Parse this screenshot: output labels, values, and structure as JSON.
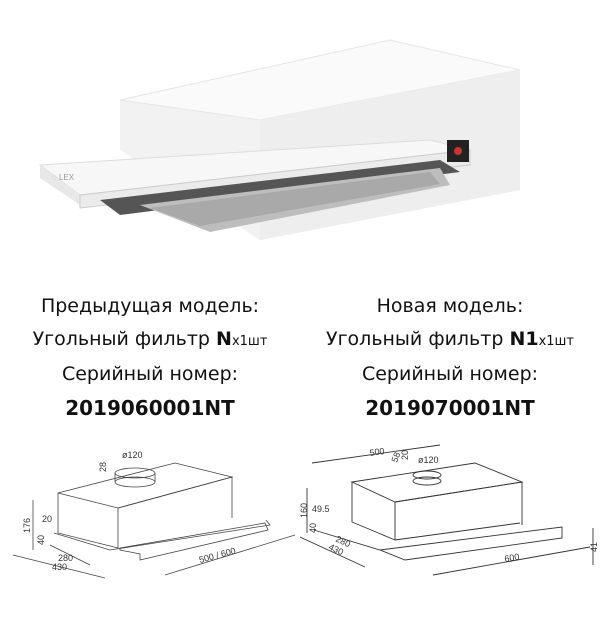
{
  "product": {
    "brand_logo": "LEX",
    "image_alt_icon": "cooker-hood-photo"
  },
  "previous": {
    "heading": "Предыдущая модель:",
    "filter_prefix": "Угольный фильтр ",
    "filter_code": "N",
    "filter_qty": "x1шт",
    "serial_label": "Серийный номер:",
    "serial": "2019060001NT"
  },
  "new": {
    "heading": "Новая модель:",
    "filter_prefix": "Угольный фильтр ",
    "filter_code": "N1",
    "filter_qty": "x1шт",
    "serial_label": "Серийный номер:",
    "serial": "2019070001NT"
  },
  "drawing_old": {
    "dims": [
      "ø120",
      "28",
      "176",
      "20",
      "40",
      "280",
      "430",
      "500 / 600"
    ]
  },
  "drawing_new": {
    "dims": [
      "500",
      "58",
      "20",
      "ø120",
      "160",
      "49.5",
      "40",
      "280",
      "430",
      "600",
      "41"
    ]
  }
}
